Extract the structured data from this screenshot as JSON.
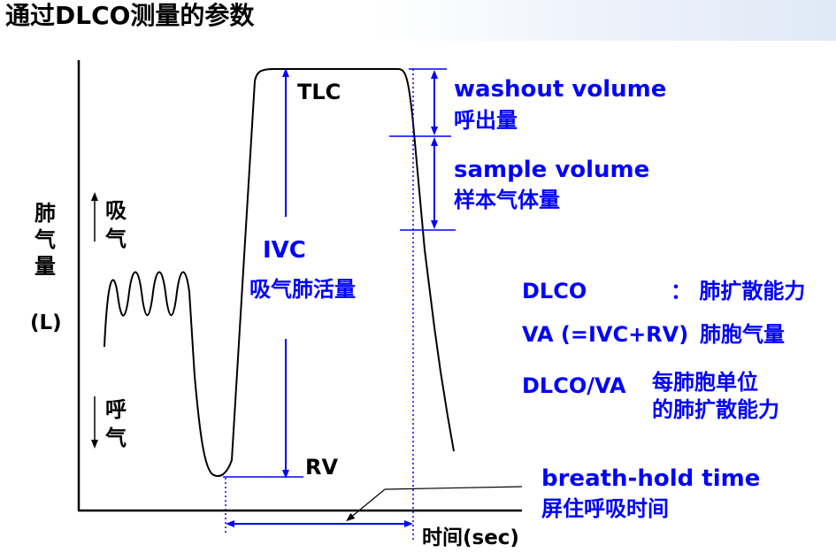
{
  "title": "通过DLCO测量的参数",
  "y_axis": {
    "label_chars": [
      "肺",
      "气",
      "量"
    ],
    "unit": "(L)",
    "inhale": [
      "吸",
      "气"
    ],
    "exhale": [
      "呼",
      "气"
    ]
  },
  "x_axis": {
    "label": "时间(sec)"
  },
  "curve_labels": {
    "tlc": "TLC",
    "rv": "RV",
    "ivc": "IVC",
    "ivc_cn": "吸气肺活量"
  },
  "washout": {
    "en": "washout volume",
    "cn": "呼出量"
  },
  "sample": {
    "en": "sample volume",
    "cn": "样本气体量"
  },
  "breath_hold": {
    "en": "breath-hold time",
    "cn": "屏住呼吸时间"
  },
  "definitions": [
    {
      "term": "DLCO",
      "desc": "： 肺扩散能力"
    },
    {
      "term": "VA (=IVC+RV)",
      "desc": "肺胞气量"
    },
    {
      "term": "DLCO/VA",
      "desc": "每肺胞单位",
      "desc2": "的肺扩散能力"
    }
  ],
  "colors": {
    "annotation": "#0000ff",
    "curve": "#000000"
  }
}
